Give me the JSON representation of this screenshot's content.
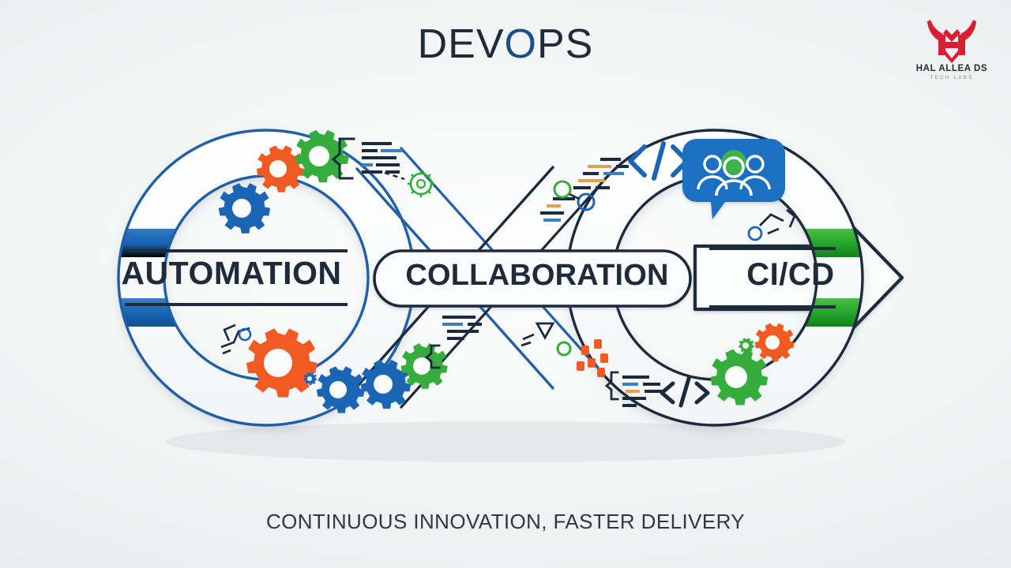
{
  "background_color": "#eaeeee",
  "title": {
    "prefix": "DEV",
    "accent": "O",
    "suffix": "PS",
    "full": "DEVOPS",
    "color": "#1d2b3a",
    "accent_color": "#1a4e8a"
  },
  "logo": {
    "mark_name": "bull-head-logo",
    "mark_color": "#d81f34",
    "name": "HAL ALLEA DS",
    "sub": "TECH LABS"
  },
  "stages": {
    "left": {
      "label": "AUTOMATION",
      "band_color": "#1760ae"
    },
    "center": {
      "label": "COLLABORATION",
      "outline_color": "#1d2b3a"
    },
    "right": {
      "label": "CI/CD",
      "band_color": "#2aab2a"
    }
  },
  "tagline": "CONTINUOUS INNOVATION, FASTER DELIVERY",
  "palette": {
    "orange": "#f15a22",
    "blue": "#1a66b5",
    "green": "#35ad3c",
    "navy": "#1b2a3d",
    "loop_left_stroke": "#1f5fa8",
    "loop_right_stroke": "#1b2a3d",
    "tan": "#e0a055"
  },
  "icons": {
    "chat_bubble": "people-chat-bubble-icon",
    "arrow": "right-arrow-icon",
    "code_tag": "</>",
    "gear": "gear-icon"
  },
  "chart_data": {
    "type": "diagram",
    "title": "DEVOPS",
    "shape": "infinity-loop",
    "stages": [
      "AUTOMATION",
      "COLLABORATION",
      "CI/CD"
    ],
    "caption": "CONTINUOUS INNOVATION, FASTER DELIVERY"
  }
}
